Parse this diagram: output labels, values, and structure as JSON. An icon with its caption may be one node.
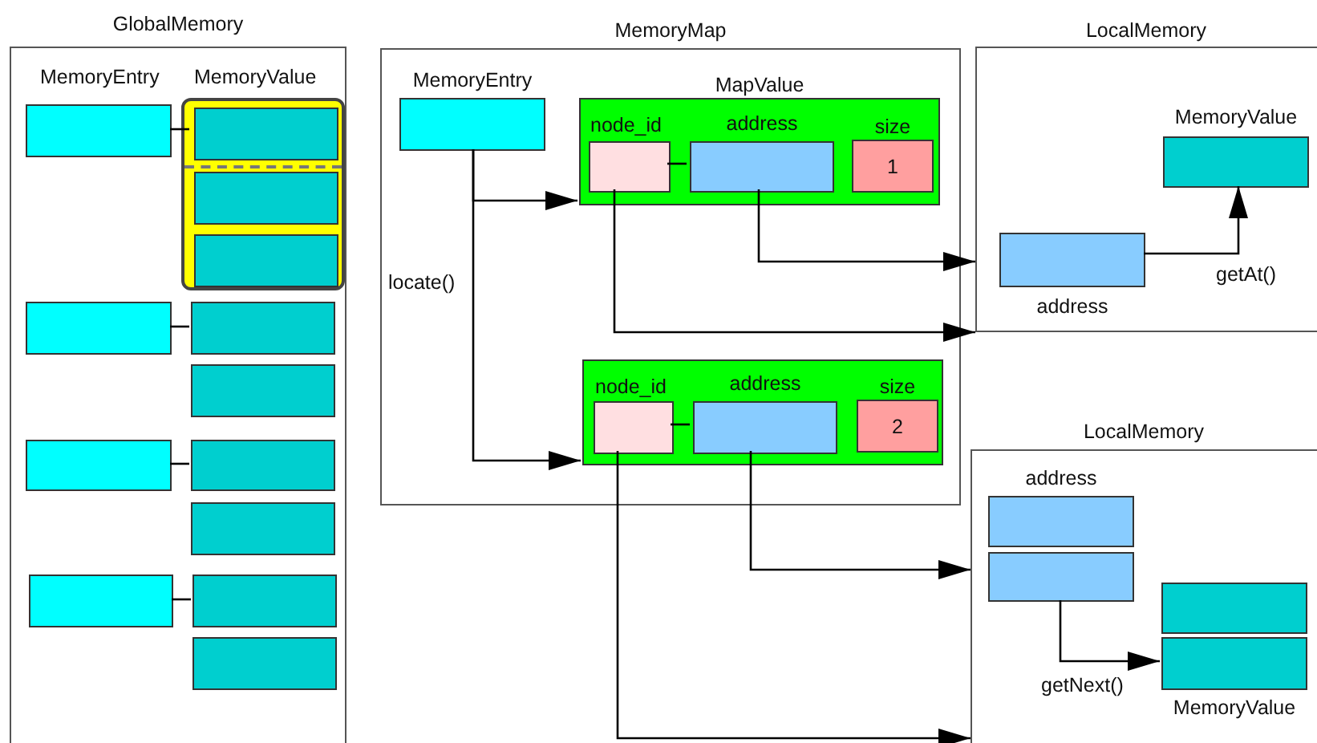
{
  "diagram": {
    "nodes": [
      {
        "text": [
          "GlobalMemory"
        ]
      },
      {
        "text": [],
        "shape": "box",
        "in": 0
      },
      {
        "text": [],
        "shape": "box",
        "in": 0
      },
      {
        "text": [],
        "shape": "box",
        "in": 2
      },
      {
        "text": [],
        "shape": "box",
        "in": 2
      },
      {
        "text": [],
        "shape": "box",
        "in": 2
      },
      {
        "text": [],
        "shape": "box",
        "in": 0
      },
      {
        "text": [],
        "shape": "box",
        "in": 0
      },
      {
        "text": [],
        "shape": "box",
        "in": 0
      },
      {
        "text": [],
        "shape": "box",
        "in": 0
      },
      {
        "text": [],
        "shape": "box",
        "in": 0
      },
      {
        "text": [],
        "shape": "box",
        "in": 0
      },
      {
        "text": [],
        "shape": "box",
        "in": 0
      },
      {
        "text": [],
        "shape": "box",
        "in": 0
      },
      {
        "text": [],
        "shape": "box",
        "in": 0
      },
      {
        "text": [
          "MemoryMap"
        ]
      },
      {
        "text": [
          "MemoryEntry"
        ],
        "in": 15
      },
      {
        "text": [
          "MapValue"
        ],
        "in": 15
      },
      {
        "text": [
          "node_id"
        ],
        "in": 17
      },
      {
        "text": [
          "address"
        ],
        "in": 17
      },
      {
        "text": [
          "size",
          "1"
        ],
        "in": 17
      },
      {
        "text": [],
        "shape": "box",
        "in": 15
      },
      {
        "text": [
          "node_id"
        ],
        "in": 21
      },
      {
        "text": [
          "address"
        ],
        "in": 21
      },
      {
        "text": [
          "size",
          "2"
        ],
        "in": 21
      },
      {
        "text": [
          "LocalMemory"
        ]
      },
      {
        "text": [
          "MemoryValue"
        ],
        "in": 25
      },
      {
        "text": [
          "address"
        ],
        "in": 25
      },
      {
        "text": [
          "LocalMemory"
        ]
      },
      {
        "text": [
          "address"
        ],
        "in": 28
      },
      {
        "text": [],
        "shape": "box",
        "in": 28
      },
      {
        "text": [],
        "shape": "box",
        "in": 28
      },
      {
        "text": [
          "MemoryValue"
        ],
        "in": 28
      }
    ],
    "edges": [
      {
        "from": 1,
        "to": 3,
        "arrow": "none"
      },
      {
        "from": 6,
        "to": 7,
        "arrow": "none"
      },
      {
        "from": 9,
        "to": 10,
        "arrow": "none"
      },
      {
        "from": 12,
        "to": 13,
        "arrow": "none"
      },
      {
        "from": 16,
        "to": 17,
        "arrow": "to"
      },
      {
        "from": 16,
        "to": 21,
        "arrow": "to",
        "label": "locate()"
      },
      {
        "from": 18,
        "to": 19,
        "arrow": "none"
      },
      {
        "from": 19,
        "to": 25,
        "arrow": "to"
      },
      {
        "from": 18,
        "to": 25,
        "arrow": "to"
      },
      {
        "from": 27,
        "to": 26,
        "arrow": "to",
        "label": "getAt()"
      },
      {
        "from": 22,
        "to": 23,
        "arrow": "none"
      },
      {
        "from": 23,
        "to": 28,
        "arrow": "to"
      },
      {
        "from": 22,
        "to": 28,
        "arrow": "to"
      },
      {
        "from": 30,
        "to": 32,
        "arrow": "to",
        "label": "getNext()"
      }
    ],
    "labels": [
      "MemoryEntry",
      "MemoryValue"
    ]
  }
}
